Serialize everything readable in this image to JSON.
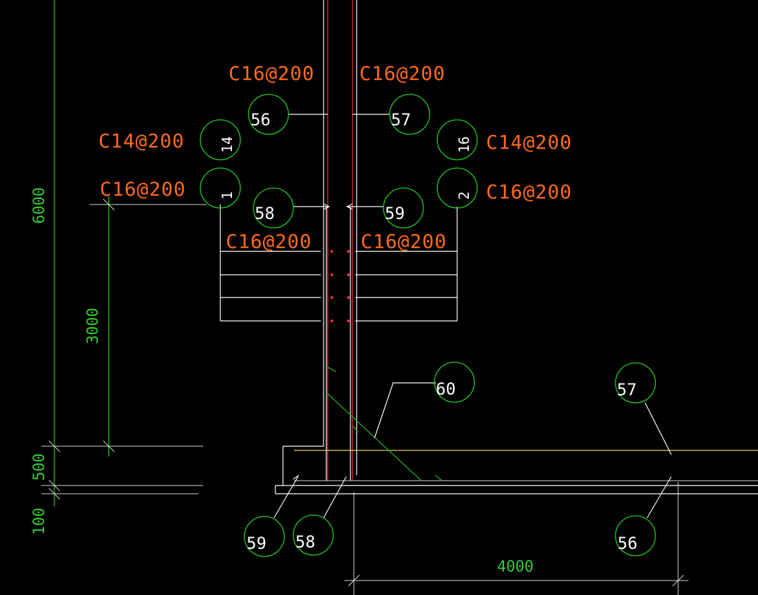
{
  "rebar_labels": {
    "top_left": "C16@200",
    "top_right": "C16@200",
    "mid_left": "C14@200",
    "mid_right": "C14@200",
    "lower_left": "C16@200",
    "lower_right": "C16@200",
    "bottom_left": "C16@200",
    "bottom_right": "C16@200"
  },
  "tags": {
    "t56_top": "56",
    "t57_top": "57",
    "t14": "14",
    "t16": "16",
    "t1": "1",
    "t2": "2",
    "t58_top": "58",
    "t59_top": "59",
    "t60": "60",
    "t57_right": "57",
    "t59_bottom": "59",
    "t58_bottom": "58",
    "t56_bottom": "56"
  },
  "dimensions": {
    "d6000": "6000",
    "d3000": "3000",
    "d500": "500",
    "d100": "100",
    "d4000": "4000"
  },
  "colors": {
    "background": "#000000",
    "rebar_text": "#ff6a1a",
    "dimension": "#33cc33",
    "tag_circle": "#22cc22",
    "rebar_line": "#ff3030",
    "slab_bar": "#e6d24a"
  }
}
